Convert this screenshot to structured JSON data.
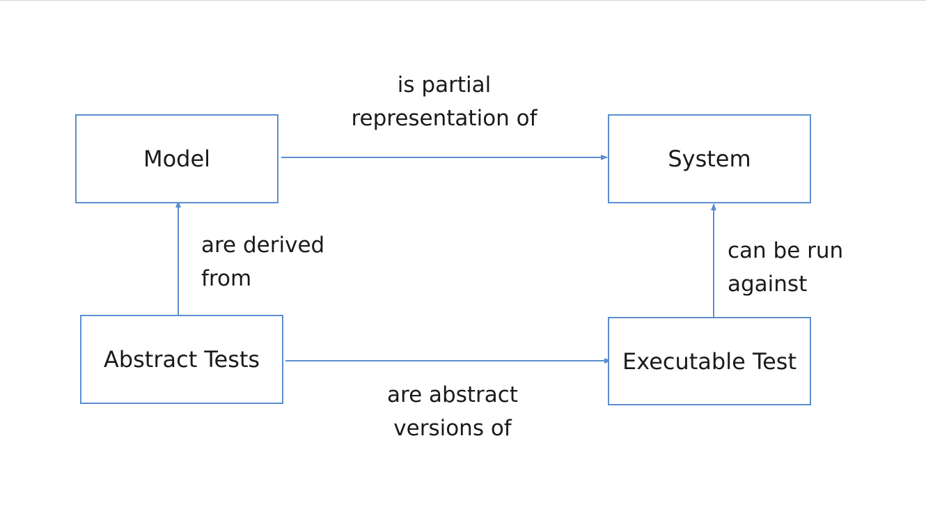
{
  "diagram": {
    "nodes": {
      "model": "Model",
      "system": "System",
      "abstract_tests": "Abstract Tests",
      "executable_test": "Executable Test"
    },
    "edges": {
      "model_to_system": [
        "is partial",
        "representation of"
      ],
      "abstract_to_model": [
        "are derived",
        "from"
      ],
      "executable_to_system": [
        "can be run",
        "against"
      ],
      "abstract_to_executable": [
        "are abstract",
        "versions of"
      ]
    },
    "colors": {
      "stroke": "#5b8ed0",
      "text": "#1a1a1a",
      "background": "#ffffff"
    }
  }
}
